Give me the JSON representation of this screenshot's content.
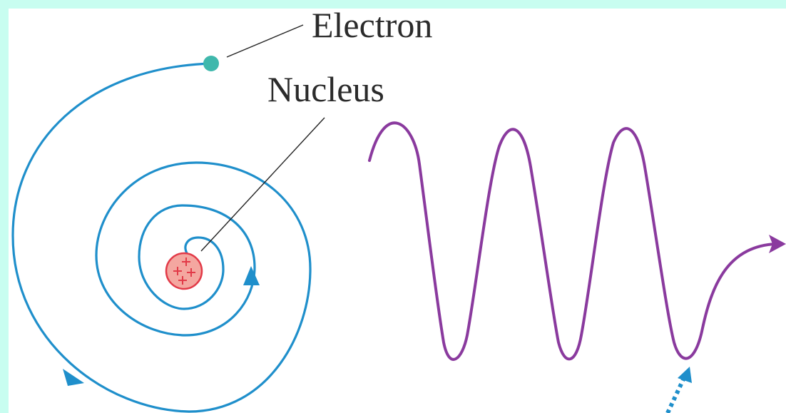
{
  "labels": {
    "electron": "Electron",
    "nucleus": "Nucleus"
  },
  "colors": {
    "background": "#c8fdf0",
    "orbit": "#1f8fcb",
    "wave": "#8a3a9e",
    "nucleus_fill": "#f4a7a0",
    "nucleus_outline": "#e23a48",
    "electron": "#3fb8ac"
  },
  "nucleus_charges": 4
}
